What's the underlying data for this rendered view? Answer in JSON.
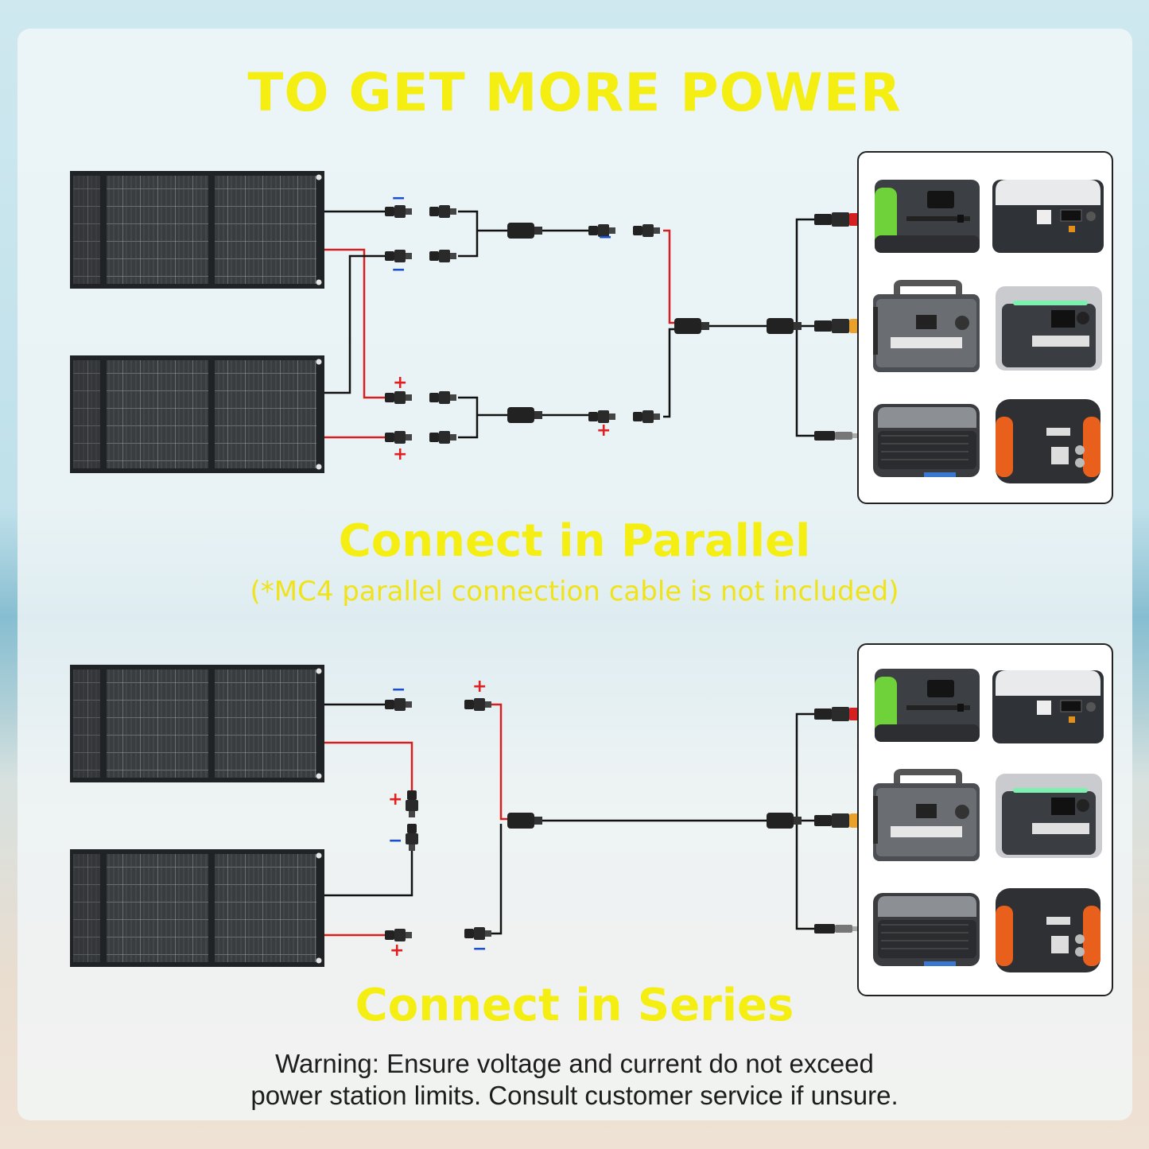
{
  "header": {
    "title": "TO GET MORE POWER"
  },
  "parallel": {
    "title": "Connect in Parallel",
    "note": "(*MC4 parallel connection cable is not included)",
    "signs": {
      "negative": "−",
      "positive": "+"
    }
  },
  "series": {
    "title": "Connect in Series"
  },
  "footer": {
    "warning_line1": "Warning: Ensure voltage and current do not exceed",
    "warning_line2": "power station limits. Consult customer service if unsure."
  },
  "colors": {
    "title_yellow": "#f4ee12",
    "wire_red": "#d42020",
    "wire_black": "#111111",
    "negative_blue": "#1a4fd0",
    "positive_red": "#e02020",
    "station_green": "#7ee03a",
    "station_orange": "#e8601c"
  },
  "devices": {
    "names": [
      "green-power-station-icon",
      "white-power-station-icon",
      "handle-power-station-icon",
      "lit-power-station-icon",
      "dark-power-station-icon",
      "orange-power-station-icon"
    ]
  }
}
